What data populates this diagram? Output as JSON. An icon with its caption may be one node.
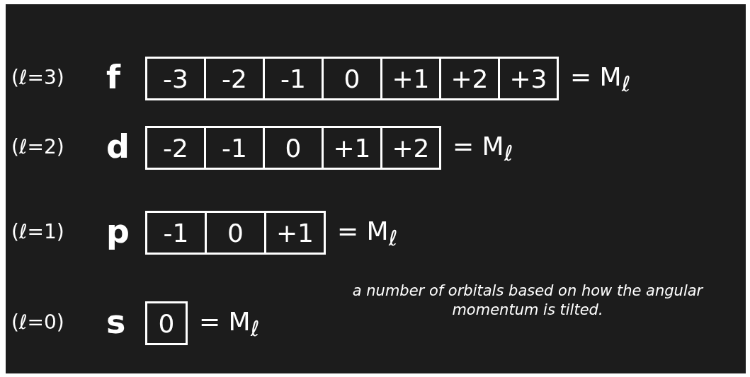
{
  "diagram": {
    "nodes": [
      {
        "text": [
          "-3"
        ]
      },
      {
        "text": [
          "-2"
        ]
      },
      {
        "text": [
          "-1"
        ]
      },
      {
        "text": [
          "0"
        ]
      },
      {
        "text": [
          "+1"
        ]
      },
      {
        "text": [
          "+2"
        ]
      },
      {
        "text": [
          "+3"
        ]
      },
      {
        "text": [
          "-2"
        ]
      },
      {
        "text": [
          "-1"
        ]
      },
      {
        "text": [
          "0"
        ]
      },
      {
        "text": [
          "+1"
        ]
      },
      {
        "text": [
          "+2"
        ]
      },
      {
        "text": [
          "-1"
        ]
      },
      {
        "text": [
          "0"
        ]
      },
      {
        "text": [
          "+1"
        ]
      },
      {
        "text": [
          "0"
        ]
      }
    ],
    "labels": [
      "(ℓ=3)",
      "f",
      "= M$_{ℓ}$",
      "(ℓ=2)",
      "d",
      "= M$_{ℓ}$",
      "(ℓ=1)",
      "p",
      "= M$_{ℓ}$",
      "a number of orbitals based on how the angular momentum is tilted.",
      "(ℓ=0)",
      "s",
      "= M$_{ℓ}$"
    ]
  }
}
